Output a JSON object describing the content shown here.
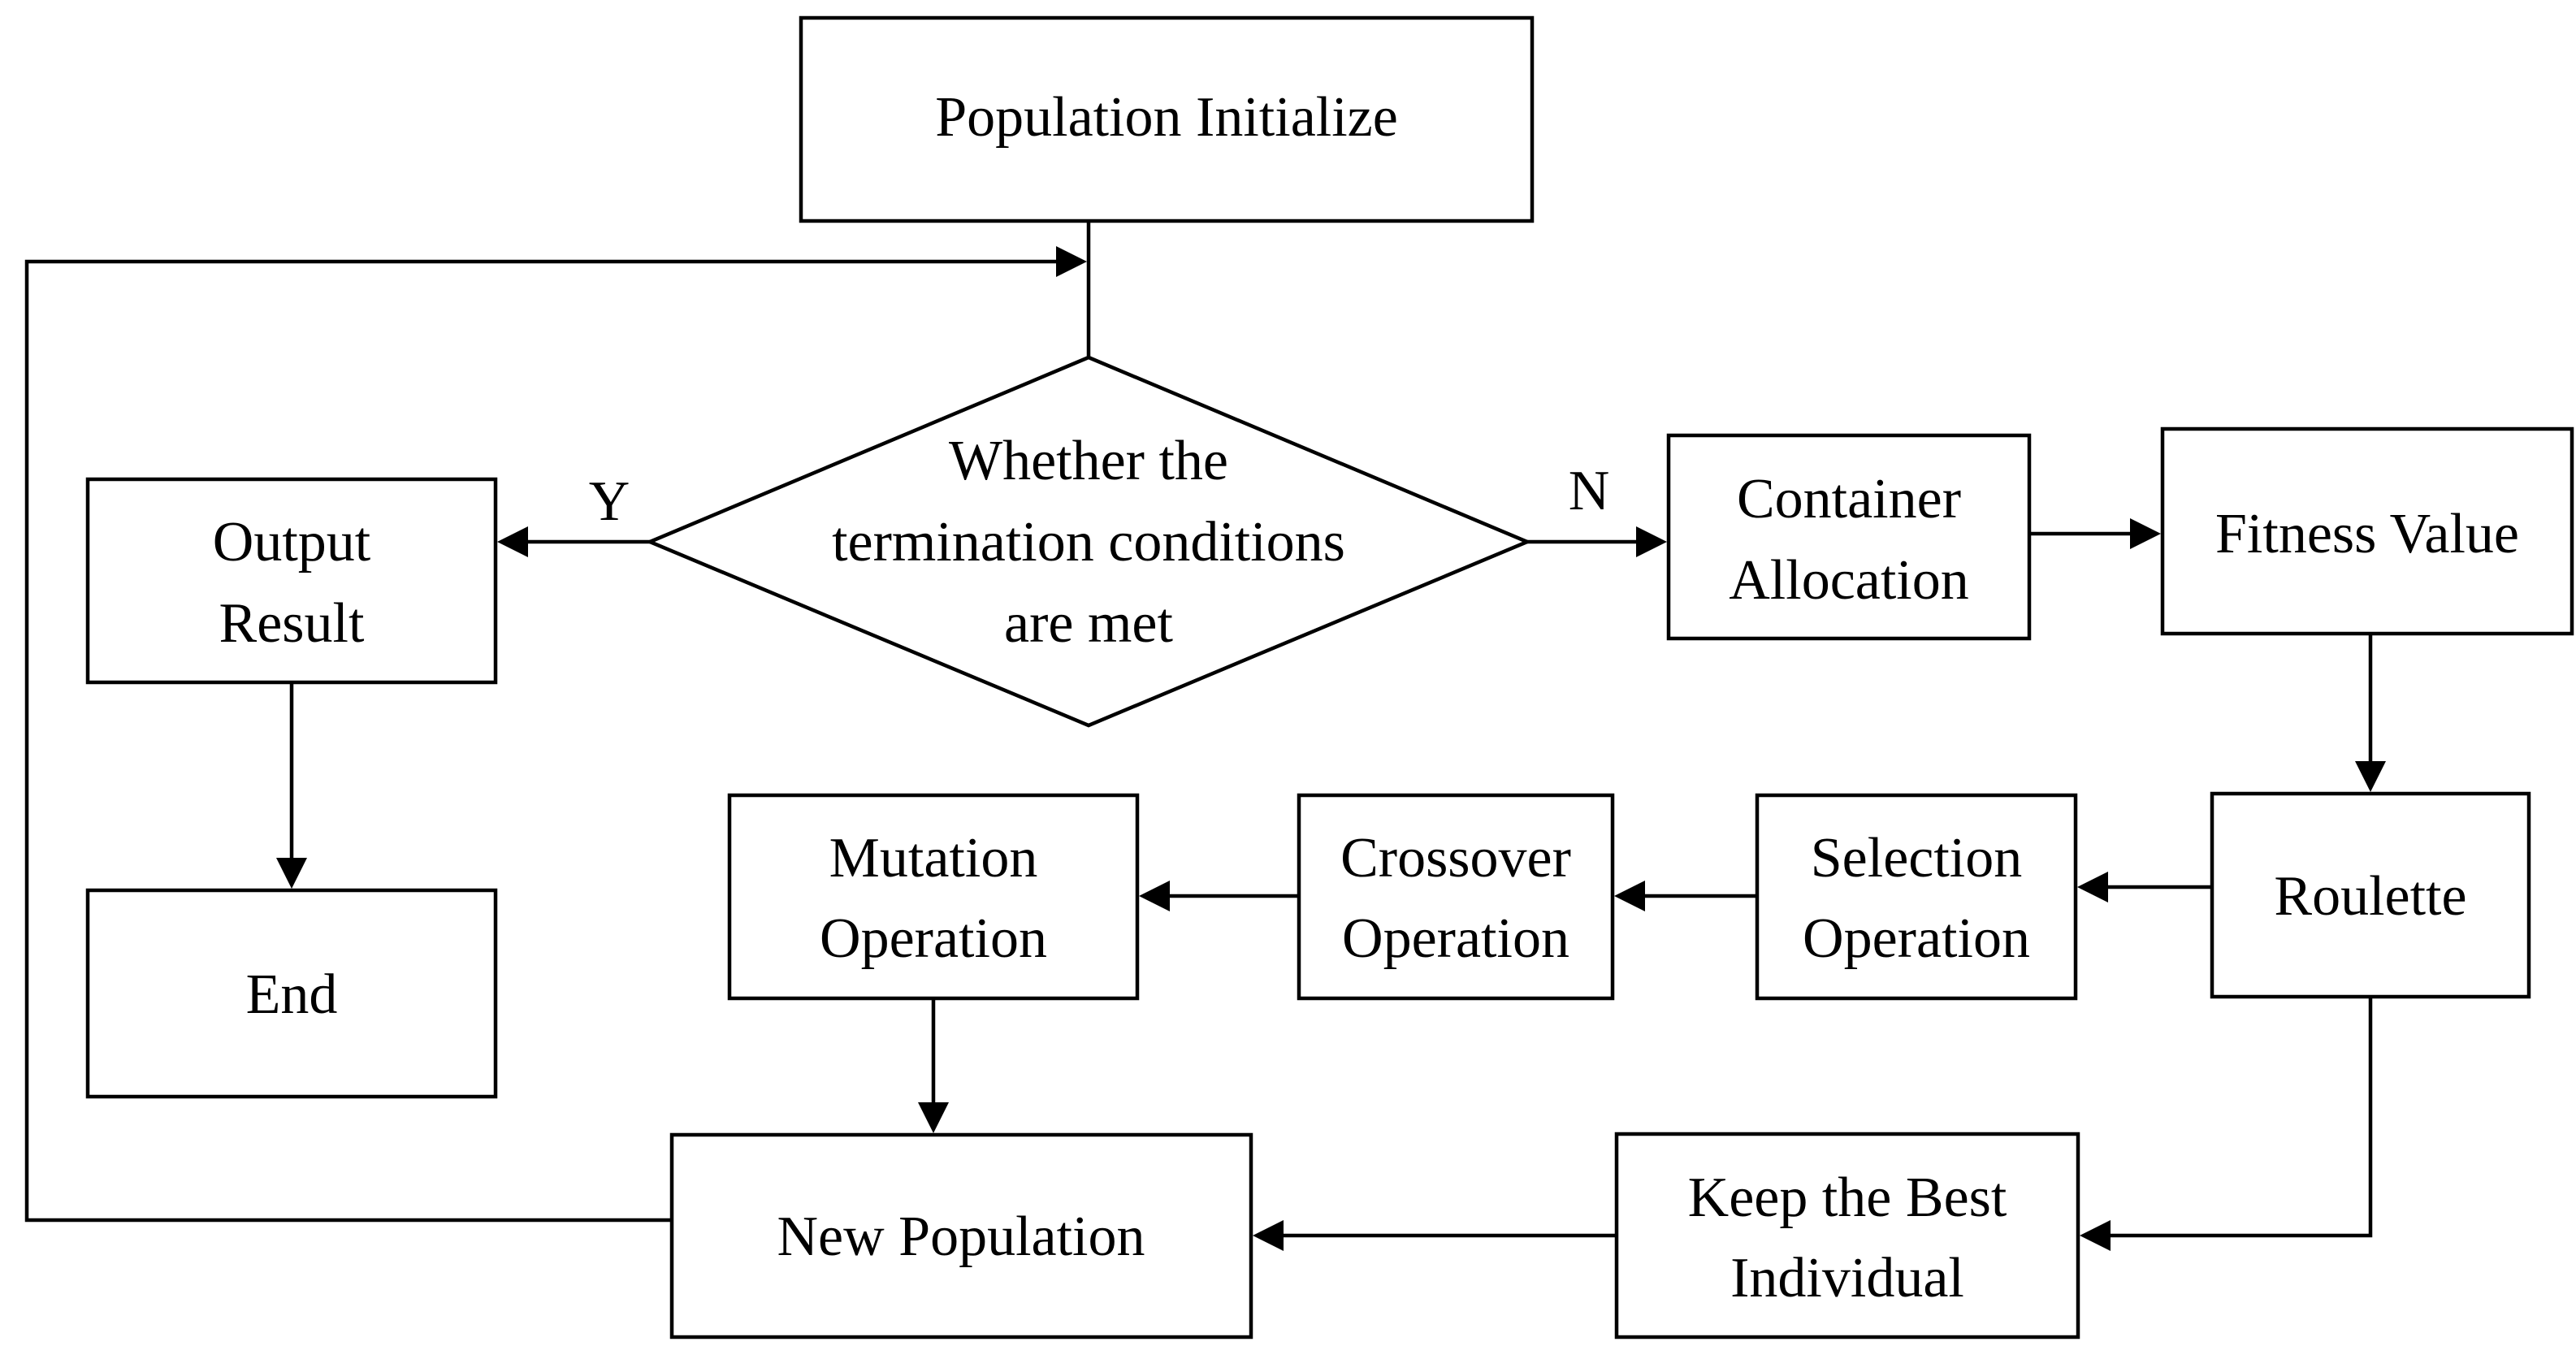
{
  "nodes": {
    "population_initialize": {
      "lines": [
        "Population Initialize"
      ]
    },
    "termination_check": {
      "lines": [
        "Whether the",
        "termination conditions",
        "are met"
      ]
    },
    "output_result": {
      "lines": [
        "Output",
        "Result"
      ]
    },
    "end": {
      "lines": [
        "End"
      ]
    },
    "container_allocation": {
      "lines": [
        "Container",
        "Allocation"
      ]
    },
    "fitness_value": {
      "lines": [
        "Fitness Value"
      ]
    },
    "roulette": {
      "lines": [
        "Roulette"
      ]
    },
    "selection_operation": {
      "lines": [
        "Selection",
        "Operation"
      ]
    },
    "crossover_operation": {
      "lines": [
        "Crossover",
        "Operation"
      ]
    },
    "mutation_operation": {
      "lines": [
        "Mutation",
        "Operation"
      ]
    },
    "keep_best_individual": {
      "lines": [
        "Keep the Best",
        "Individual"
      ]
    },
    "new_population": {
      "lines": [
        "New Population"
      ]
    }
  },
  "edge_labels": {
    "yes": "Y",
    "no": "N"
  }
}
